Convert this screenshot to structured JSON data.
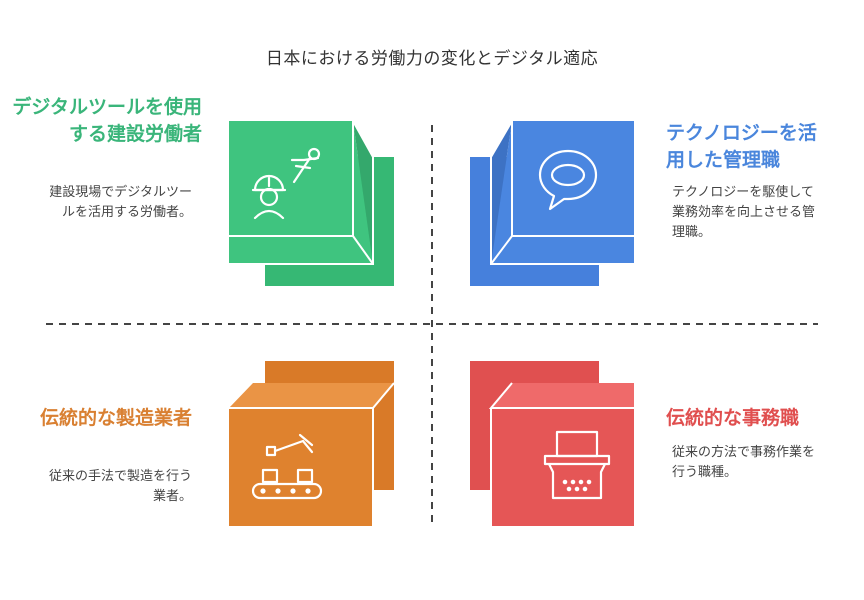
{
  "title": "日本における労働力の変化とデジタル適応",
  "quadrants": {
    "top_left": {
      "heading": "デジタルツールを使用する建設労働者",
      "description": "建設現場でデジタルツールを活用する労働者。",
      "color": "#3fc47f"
    },
    "top_right": {
      "heading": "テクノロジーを活用した管理職",
      "description": "テクノロジーを駆使して業務効率を向上させる管理職。",
      "color": "#4a86e0"
    },
    "bottom_left": {
      "heading": "伝統的な製造業者",
      "description": "従来の手法で製造を行う業者。",
      "color": "#df822e"
    },
    "bottom_right": {
      "heading": "伝統的な事務職",
      "description": "従来の方法で事務作業を行う職種。",
      "color": "#e55656"
    }
  },
  "icons": {
    "top_left": "construction-worker-icon",
    "top_right": "speech-bubble-icon",
    "bottom_left": "assembly-line-icon",
    "bottom_right": "typewriter-icon"
  }
}
